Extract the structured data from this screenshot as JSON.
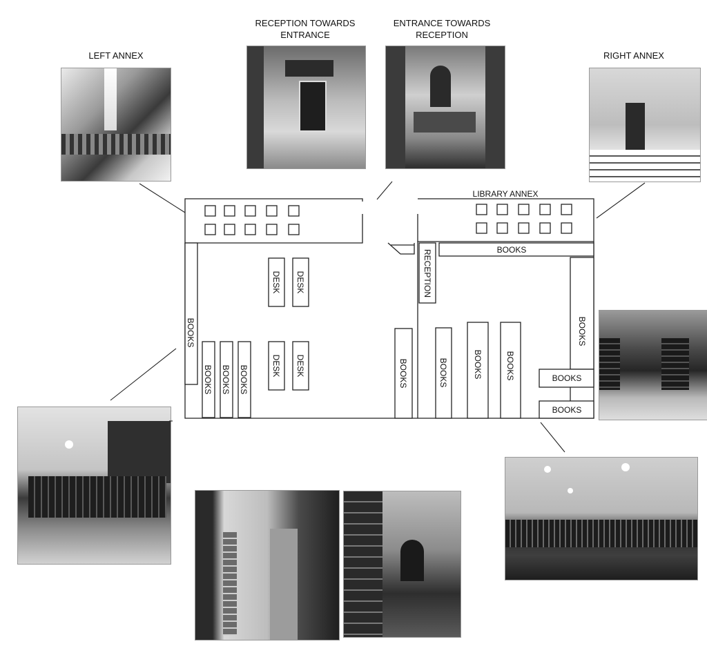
{
  "captions": {
    "left_annex": "LEFT ANNEX",
    "reception_towards_entrance": "RECEPTION TOWARDS\nENTRANCE",
    "entrance_towards_reception": "ENTRANCE TOWARDS\nRECEPTION",
    "right_annex": "RIGHT ANNEX"
  },
  "plan": {
    "library_annex": "LIBRARY ANNEX",
    "reception": "RECEPTION",
    "desk": "DESK",
    "books": "BOOKS"
  },
  "colors": {
    "line": "#222222",
    "background": "#ffffff"
  }
}
